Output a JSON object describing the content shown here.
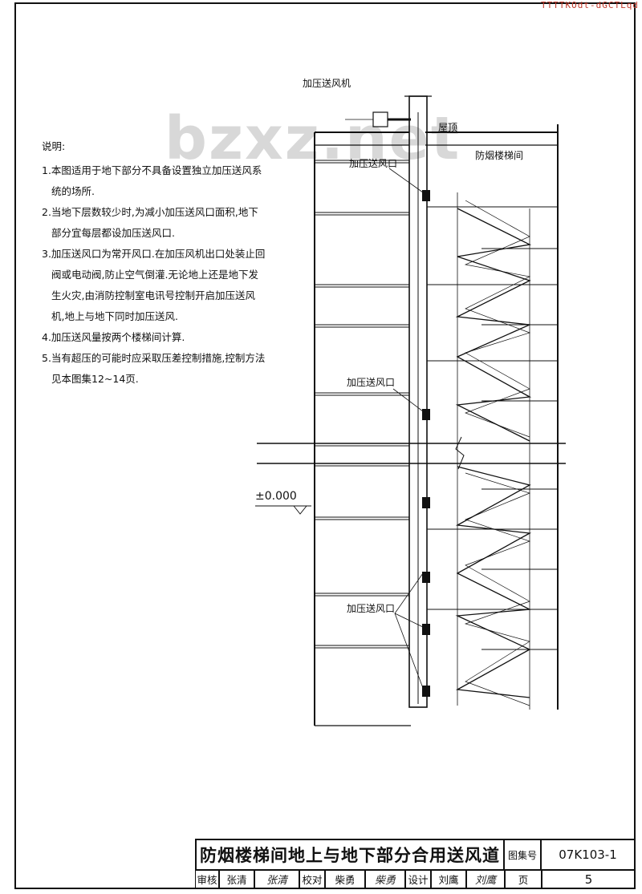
{
  "corner_text": "TTTTKOdt-dGCTLqd",
  "watermark": "bzxz.net",
  "notes": {
    "heading": "说明:",
    "items": [
      "1.本图适用于地下部分不具备设置独立加压送风系统的场所.",
      "2.当地下层数较少时,为减小加压送风口面积,地下部分宜每层都设加压送风口.",
      "3.加压送风口为常开风口.在加压风机出口处装止回阀或电动阀,防止空气倒灌.无论地上还是地下发生火灾,由消防控制室电讯号控制开启加压送风机,地上与地下同时加压送风.",
      "4.加压送风量按两个楼梯间计算.",
      "5.当有超压的可能时应采取压差控制措施,控制方法见本图集12~14页."
    ]
  },
  "labels": {
    "fan": "加压送风机",
    "roof": "屋顶",
    "stair": "防烟楼梯间",
    "outlet_top": "加压送风口",
    "outlet_mid": "加压送风口",
    "outlet_bottom": "加压送风口",
    "elevation": "±0.000"
  },
  "title_block": {
    "title": "防烟楼梯间地上与地下部分合用送风道",
    "set_label": "图集号",
    "set_number": "07K103-1",
    "review_label": "审核",
    "review_name": "张清",
    "review_sig": "张清",
    "check_label": "校对",
    "check_name": "柴勇",
    "check_sig": "柴勇",
    "design_label": "设计",
    "design_name": "刘鹰",
    "design_sig": "刘鹰",
    "page_label": "页",
    "page_number": "5"
  }
}
